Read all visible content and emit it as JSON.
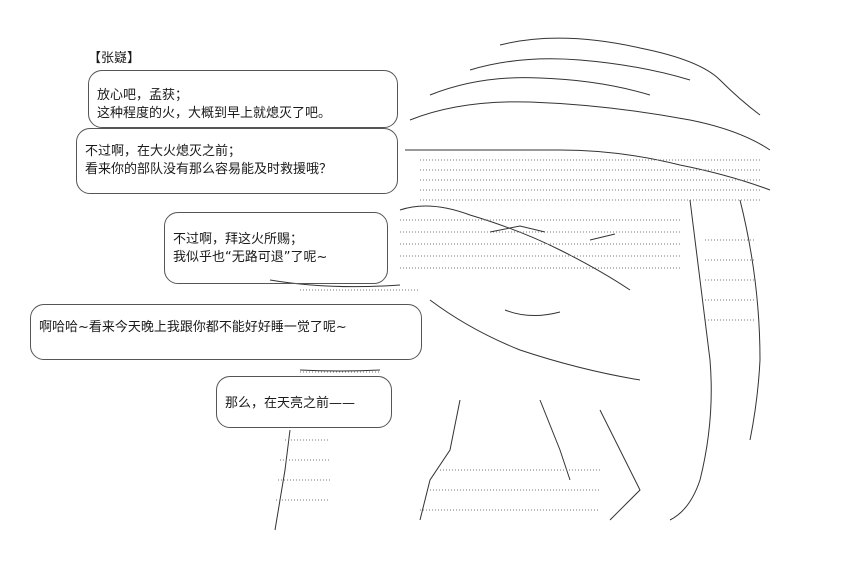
{
  "speaker": "【张嶷】",
  "bubbles": [
    {
      "lines": [
        "放心吧，孟获；",
        "这种程度的火，大概到早上就熄灭了吧。"
      ]
    },
    {
      "lines": [
        "不过啊，在大火熄灭之前；",
        "看来你的部队没有那么容易能及时救援哦？"
      ]
    },
    {
      "lines": [
        "不过啊，拜这火所赐；",
        "我似乎也“无路可退”了呢~"
      ]
    },
    {
      "lines": [
        "啊哈哈~看来今天晚上我跟你都不能好好睡一觉了呢~"
      ]
    },
    {
      "lines": [
        "那么，在天亮之前——"
      ]
    }
  ]
}
